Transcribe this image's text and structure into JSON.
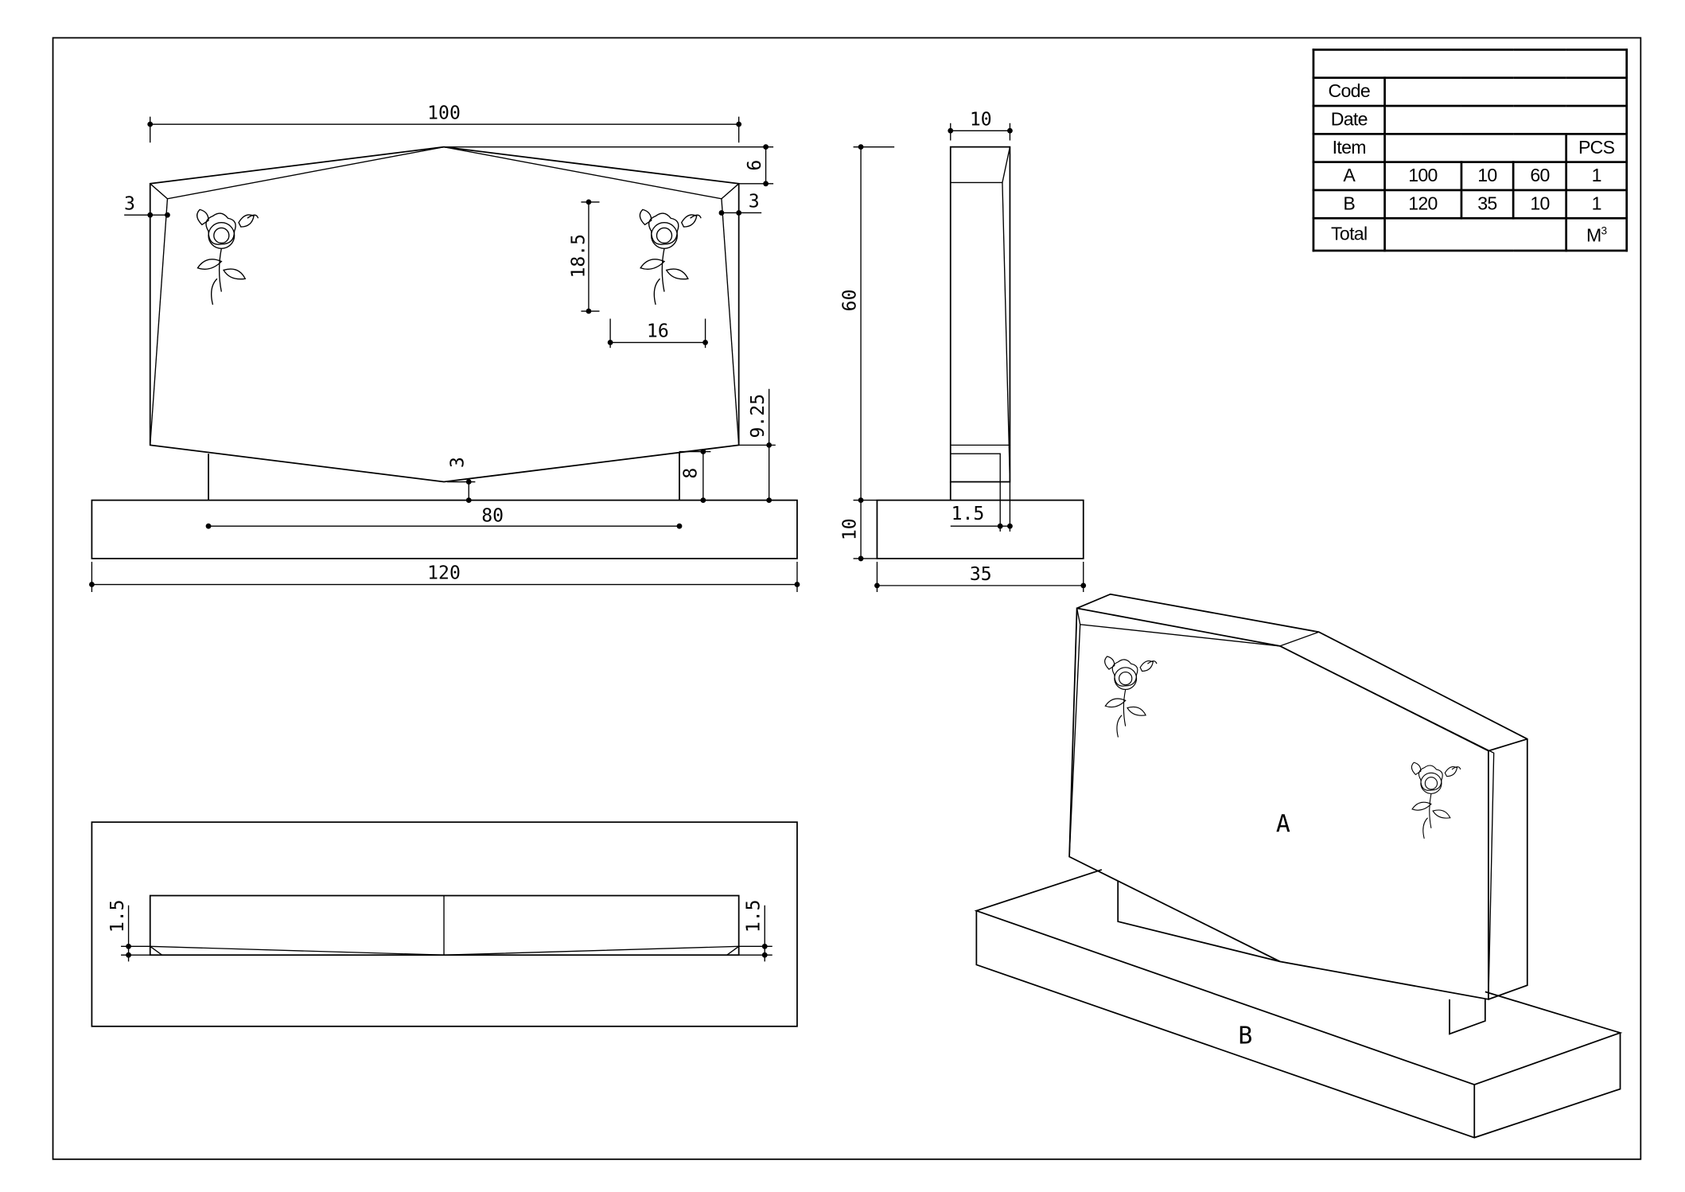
{
  "front_view": {
    "dims": {
      "top_width": "100",
      "base_width": "120",
      "leg_span": "80",
      "top_rise": "6",
      "left_bevel": "3",
      "right_bevel": "3",
      "rose_height": "18.5",
      "rose_width": "16",
      "side_height": "9.25",
      "leg_height": "8",
      "bottom_bevel": "3"
    }
  },
  "side_view": {
    "dims": {
      "thickness": "10",
      "height": "60",
      "base_height": "10",
      "base_depth": "35",
      "step": "1.5"
    }
  },
  "plan_view": {
    "dims": {
      "left_bevel": "1.5",
      "right_bevel": "1.5"
    }
  },
  "iso_view": {
    "label_slab": "A",
    "label_base": "B"
  },
  "title_block": {
    "code_label": "Code",
    "date_label": "Date",
    "item_label": "Item",
    "pcs_label": "PCS",
    "rows": [
      {
        "item": "A",
        "l": "100",
        "w": "10",
        "h": "60",
        "pcs": "1"
      },
      {
        "item": "B",
        "l": "120",
        "w": "35",
        "h": "10",
        "pcs": "1"
      }
    ],
    "total_label": "Total",
    "unit": "M",
    "unit_sup": "3"
  }
}
